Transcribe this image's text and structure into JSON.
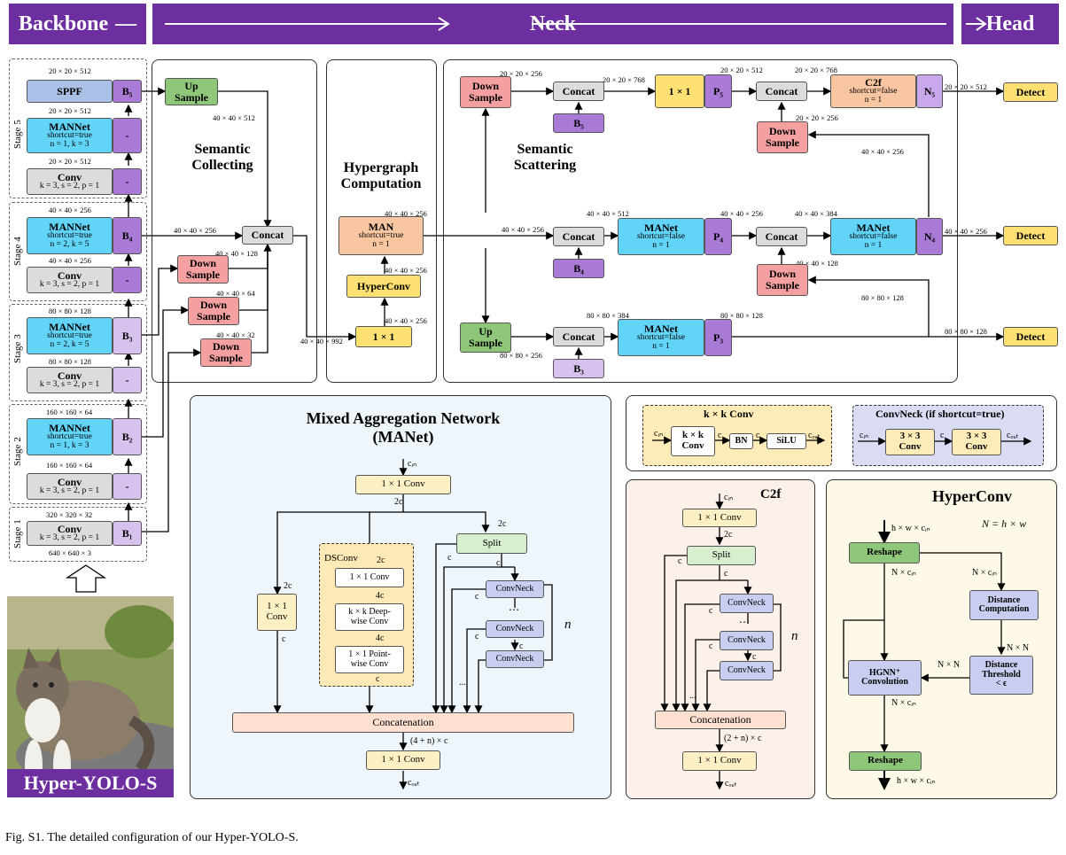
{
  "header": {
    "backbone": "Backbone",
    "neck": "Neck",
    "head": "Head"
  },
  "stages": [
    "Stage 5",
    "Stage 4",
    "Stage 3",
    "Stage 2",
    "Stage 1"
  ],
  "backbone": {
    "sppf": "SPPF",
    "b5": "B₅",
    "manet5": {
      "title": "MANNet",
      "l1": "shortcut=true",
      "l2": "n = 1, k = 3"
    },
    "conv": {
      "title": "Conv",
      "l1": "k = 3, s = 2, p = 1"
    },
    "manet4": {
      "title": "MANNet",
      "l1": "shortcut=true",
      "l2": "n = 2, k = 5"
    },
    "manet3": {
      "title": "MANNet",
      "l1": "shortcut=true",
      "l2": "n = 2, k = 5"
    },
    "manet2": {
      "title": "MANNet",
      "l1": "shortcut=true",
      "l2": "n = 1, k = 3"
    },
    "b4": "B₄",
    "b3": "B₃",
    "b2": "B₂",
    "b1": "B₁",
    "dash": "-",
    "dims": {
      "d1": "20 × 20 × 512",
      "d2": "20 × 20 × 512",
      "d3": "20 × 20 × 512",
      "d4": "40 × 40 × 256",
      "d5": "40 × 40 × 256",
      "d6": "80 × 80 × 128",
      "d7": "80 × 80 × 128",
      "d8": "160 × 160 × 64",
      "d9": "160 × 160 × 64",
      "d10": "320 × 320 × 32",
      "d11": "640 × 640 × 3"
    },
    "image_label": "Hyper-YOLO-S"
  },
  "semantic_collecting": {
    "title1": "Semantic",
    "title2": "Collecting",
    "upsample": "Up Sample",
    "concat": "Concat",
    "down": "Down Sample",
    "dims": {
      "a": "40 × 40 × 512",
      "b": "40 × 40 × 256",
      "c": "40 × 40 × 128",
      "d": "40 × 40 × 64",
      "e": "40 × 40 × 32",
      "f": "40 × 40 × 992"
    }
  },
  "hypergraph": {
    "title1": "Hypergraph",
    "title2": "Computation",
    "man": "MAN",
    "man_l1": "shortcut=true",
    "man_l2": "n = 1",
    "hyperconv": "HyperConv",
    "one": "1 × 1",
    "dims": {
      "a": "40 × 40 × 256",
      "b": "40 × 40 × 256",
      "c": "40 × 40 × 256"
    }
  },
  "scattering": {
    "title1": "Semantic",
    "title2": "Scattering",
    "down": "Down Sample",
    "up": "Up Sample",
    "concat": "Concat",
    "one": "1 × 1",
    "c2f": "C2f",
    "c2f_l1": "shortcut=false",
    "c2f_l2": "n = 1",
    "manet": "MANet",
    "manet_l1": "shortcut=false",
    "manet_l2": "n = 1",
    "p5": "P₅",
    "p4": "P₄",
    "p3": "P₃",
    "n5": "N₅",
    "n4": "N₄",
    "b5": "B₅",
    "b4": "B₄",
    "b3": "B₃",
    "detect": "Detect",
    "dims": {
      "a": "20 × 20 × 256",
      "b": "20 × 20 × 768",
      "c": "20 × 20 × 512",
      "d": "20 × 20 × 768",
      "e": "20 × 20 × 512",
      "f": "20 × 20 × 256",
      "g": "40 × 40 × 256",
      "h": "40 × 40 × 256",
      "i": "40 × 40 × 512",
      "j": "40 × 40 × 256",
      "k": "40 × 40 × 384",
      "l": "40 × 40 × 256",
      "m": "40 × 40 × 128",
      "n": "80 × 80 × 128",
      "o": "80 × 80 × 384",
      "p": "80 × 80 × 128",
      "q": "80 × 80 × 128",
      "r": "80 × 80 × 256"
    }
  },
  "manet_detail": {
    "title1": "Mixed Aggregation Network",
    "title2": "(MANet)",
    "cin": "cᵢₙ",
    "conv1": "1 × 1  Conv",
    "twoc": "2c",
    "c": "c",
    "conv11": "1 × 1 Conv",
    "dsconv": "DSConv",
    "ds1": "1 × 1  Conv",
    "fourc": "4c",
    "ds2a": "k × k  Deep-",
    "ds2b": "wise Conv",
    "ds3a": "1 × 1  Point-",
    "ds3b": "wise Conv",
    "split": "Split",
    "convneck": "ConvNeck",
    "dots": "⋯",
    "vdots": "...",
    "n": "n",
    "concat": "Concatenation",
    "mult": "(4 + n) × c",
    "convout": "1 × 1  Conv",
    "cout": "cₒᵤₜ"
  },
  "kxk": {
    "title": "k × k  Conv",
    "box": "k × k",
    "box2": "Conv",
    "bn": "BN",
    "silu": "SiLU",
    "cin": "cᵢₙ",
    "c": "c",
    "cout": "cₒᵤₜ"
  },
  "convneck": {
    "title": "ConvNeck (if shortcut=true)",
    "box": "3 × 3",
    "box2": "Conv",
    "cin": "cᵢₙ",
    "c": "c",
    "cout": "cₒᵤₜ"
  },
  "c2f": {
    "title": "C2f",
    "cin": "cᵢₙ",
    "conv": "1 × 1  Conv",
    "twoc": "2c",
    "split": "Split",
    "c": "c",
    "convneck": "ConvNeck",
    "dots": "⋯",
    "vdots": "...",
    "n": "n",
    "concat": "Concatenation",
    "mult": "(2 + n) × c",
    "convout": "1 × 1  Conv",
    "cout": "cₒᵤₜ"
  },
  "hyperconv": {
    "title": "HyperConv",
    "formula": "N = h × w",
    "in": "h × w × cᵢₙ",
    "reshape": "Reshape",
    "nc1": "N × cᵢₙ",
    "nc2": "N × cᵢₙ",
    "dist1": "Distance",
    "dist2": "Computation",
    "nn1": "N × N",
    "thr1": "Distance",
    "thr2": "Threshold",
    "thr3": "< ϵ",
    "nn2": "N × N",
    "hgnn1": "HGNN⁺",
    "hgnn2": "Convolution",
    "nc3": "N × cᵢₙ",
    "reshape2": "Reshape",
    "out": "h × w × cᵢₙ"
  },
  "caption": "Fig. S1.  The detailed configuration of our Hyper-YOLO-S."
}
